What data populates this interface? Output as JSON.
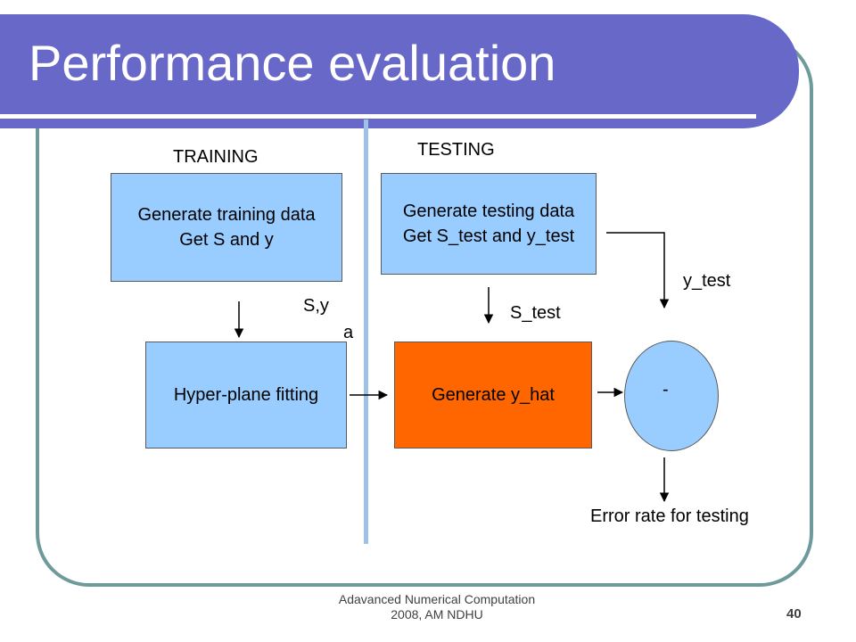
{
  "title": "Performance evaluation",
  "sections": {
    "training": "TRAINING",
    "testing": "TESTING"
  },
  "boxes": {
    "gen_training": {
      "line1": "Generate training data",
      "line2": "Get S and y"
    },
    "gen_testing": {
      "line1": "Generate testing data",
      "line2": "Get S_test and y_test"
    },
    "hyperplane": "Hyper-plane fitting",
    "gen_yhat": "Generate y_hat",
    "subtract": "-"
  },
  "labels": {
    "sy": "S,y",
    "a": "a",
    "s_test": "S_test",
    "y_test": "y_test",
    "error_rate": "Error rate for testing"
  },
  "footer": {
    "line1": "Adavanced Numerical Computation",
    "line2": "2008, AM NDHU"
  },
  "page_number": "40",
  "colors": {
    "title_band": "#6868c8",
    "box_blue": "#99ccff",
    "box_orange": "#ff6600",
    "frame": "#6e9a9c"
  }
}
